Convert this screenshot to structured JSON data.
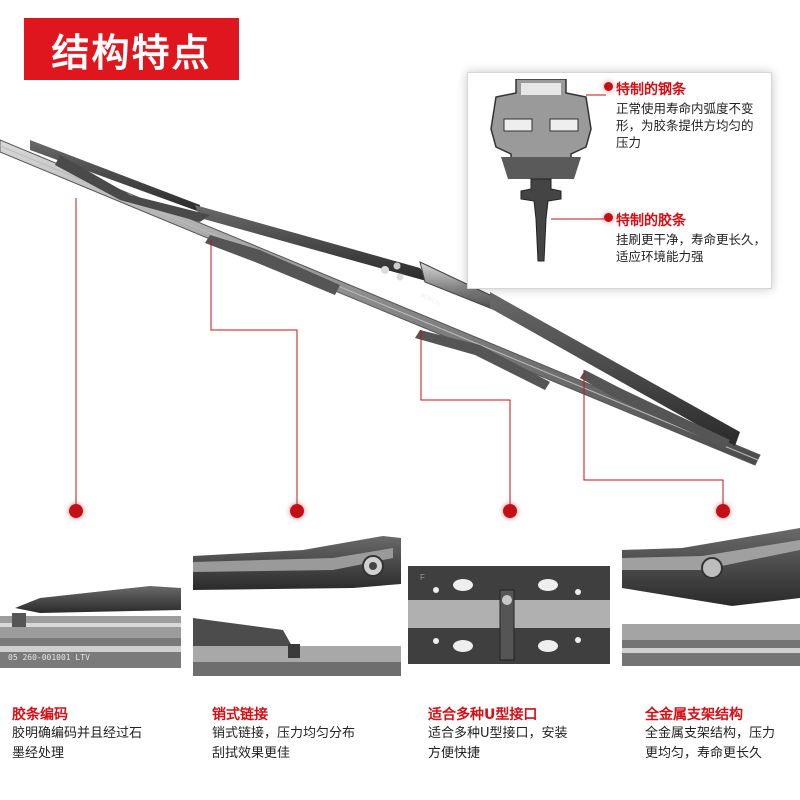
{
  "title": "结构特点",
  "brand_mark": "BOSCH",
  "inset": {
    "callouts": [
      {
        "title": "特制的钢条",
        "lines": [
          "正常使用寿命内弧度不变",
          "形，为胶条提供方均匀的",
          "压力"
        ]
      },
      {
        "title": "特制的胶条",
        "lines": [
          "挂刷更干净，寿命更长久，",
          "适应环境能力强"
        ]
      }
    ]
  },
  "features": [
    {
      "title": "胶条编码",
      "lines": [
        "胶明确编码并且经过石",
        "墨经处理"
      ]
    },
    {
      "title": "销式链接",
      "lines": [
        "销式链接，压力均匀分布",
        "刮拭效果更佳"
      ]
    },
    {
      "title": "适合多种U型接口",
      "lines": [
        "适合多种U型接口，安装",
        "方便快捷"
      ]
    },
    {
      "title": "全金属支架结构",
      "lines": [
        "全金属支架结构，压力",
        "更均匀，寿命更长久"
      ]
    }
  ],
  "photo_labels": {
    "code_text": "05 260-001001 LTV",
    "connector_text": "F"
  },
  "colors": {
    "accent": "#e0161e",
    "text": "#222222",
    "dot": "#c40f16"
  }
}
